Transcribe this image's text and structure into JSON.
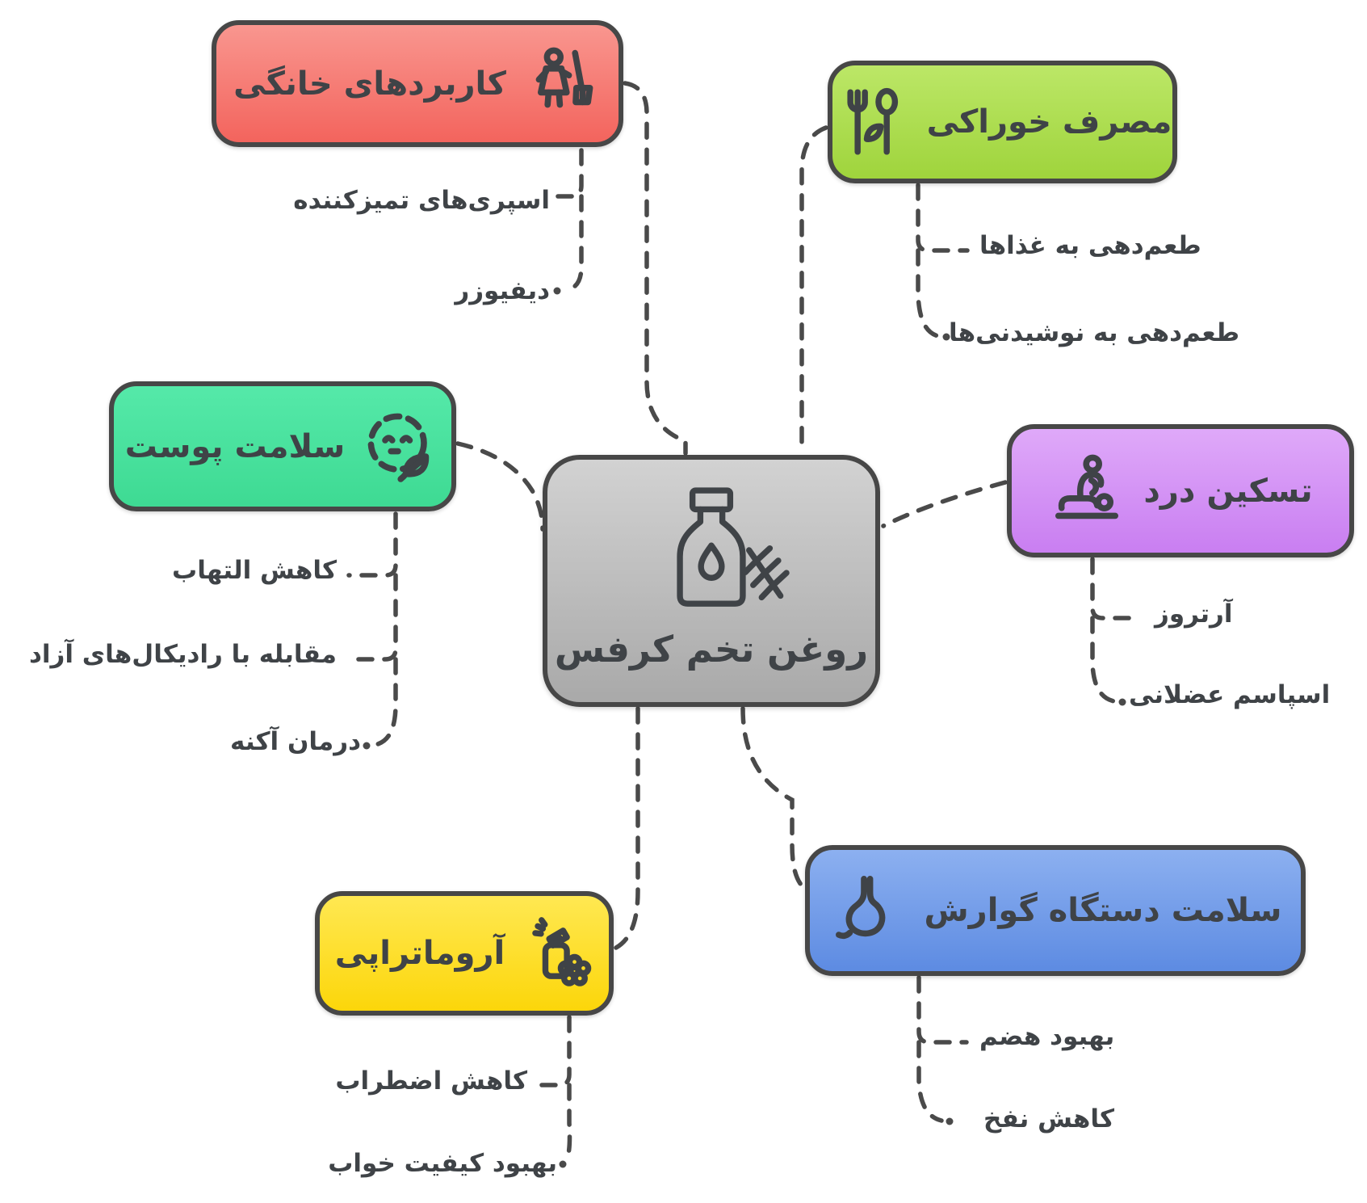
{
  "diagram": {
    "center": {
      "label": "روغن تخم کرفس",
      "icon": "oil-bottle-herb-icon"
    },
    "branches": [
      {
        "id": "household-uses",
        "label": "کاربردهای خانگی",
        "icon": "cleaning-person-icon",
        "color_top": "#f9968f",
        "color_bottom": "#f3645d",
        "children": [
          "اسپری‌های تمیزکننده",
          "دیفیوزر"
        ]
      },
      {
        "id": "edible-use",
        "label": "مصرف خوراکی",
        "icon": "fork-spoon-leaf-icon",
        "color_top": "#bce767",
        "color_bottom": "#9fd43c",
        "children": [
          "طعم‌دهی به غذاها",
          "طعم‌دهی به نوشیدنی‌ها"
        ]
      },
      {
        "id": "skin-health",
        "label": "سلامت پوست",
        "icon": "face-leaf-icon",
        "color_top": "#55e9a9",
        "color_bottom": "#3eda93",
        "children": [
          "کاهش التهاب",
          "مقابله با رادیکال‌های آزاد",
          "درمان آکنه"
        ]
      },
      {
        "id": "pain-relief",
        "label": "تسکین درد",
        "icon": "massage-icon",
        "color_top": "#dfa9f9",
        "color_bottom": "#c97ef1",
        "children": [
          "آرتروز",
          "اسپاسم عضلانی"
        ]
      },
      {
        "id": "aromatherapy",
        "label": "آروماتراپی",
        "icon": "aroma-spray-flower-icon",
        "color_top": "#ffe852",
        "color_bottom": "#fcd60a",
        "children": [
          "کاهش اضطراب",
          "بهبود کیفیت خواب"
        ]
      },
      {
        "id": "digestive-health",
        "label": "سلامت دستگاه گوارش",
        "icon": "stomach-icon",
        "color_top": "#8cb0f0",
        "color_bottom": "#5d8be2",
        "children": [
          "بهبود هضم",
          "کاهش نفخ"
        ]
      }
    ],
    "line_color": "#4a4a4a",
    "text_color": "#3f4347",
    "center_color_top": "#d2d2d2",
    "center_color_bottom": "#a9a9a9"
  }
}
